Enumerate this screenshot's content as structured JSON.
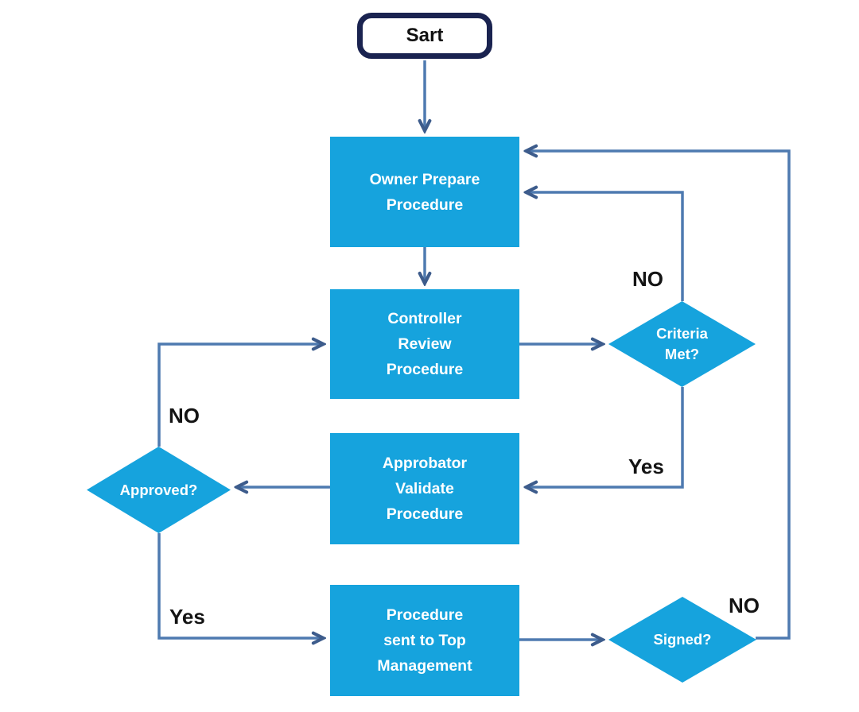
{
  "flowchart": {
    "colors": {
      "node_fill": "#16A3DD",
      "node_text": "#FFFFFF",
      "start_border": "#1A2350",
      "connector": "#4E7AB0",
      "arrowhead": "#3D5C8C",
      "label_text": "#141414"
    },
    "start": {
      "label": "Sart"
    },
    "nodes": [
      {
        "id": "owner",
        "lines": [
          "Owner Prepare",
          "Procedure"
        ]
      },
      {
        "id": "controller",
        "lines": [
          "Controller",
          "Review",
          "Procedure"
        ]
      },
      {
        "id": "approbator",
        "lines": [
          "Approbator",
          "Validate",
          "Procedure"
        ]
      },
      {
        "id": "top-management",
        "lines": [
          "Procedure",
          "sent to Top",
          "Management"
        ]
      }
    ],
    "decisions": [
      {
        "id": "criteria",
        "lines": [
          "Criteria",
          "Met?"
        ]
      },
      {
        "id": "approved",
        "lines": [
          "Approved?"
        ]
      },
      {
        "id": "signed",
        "lines": [
          "Signed?"
        ]
      }
    ],
    "edge_labels": [
      {
        "id": "criteria-no",
        "text": "NO"
      },
      {
        "id": "criteria-yes",
        "text": "Yes"
      },
      {
        "id": "approved-no",
        "text": "NO"
      },
      {
        "id": "approved-yes",
        "text": "Yes"
      },
      {
        "id": "signed-no",
        "text": "NO"
      }
    ]
  }
}
